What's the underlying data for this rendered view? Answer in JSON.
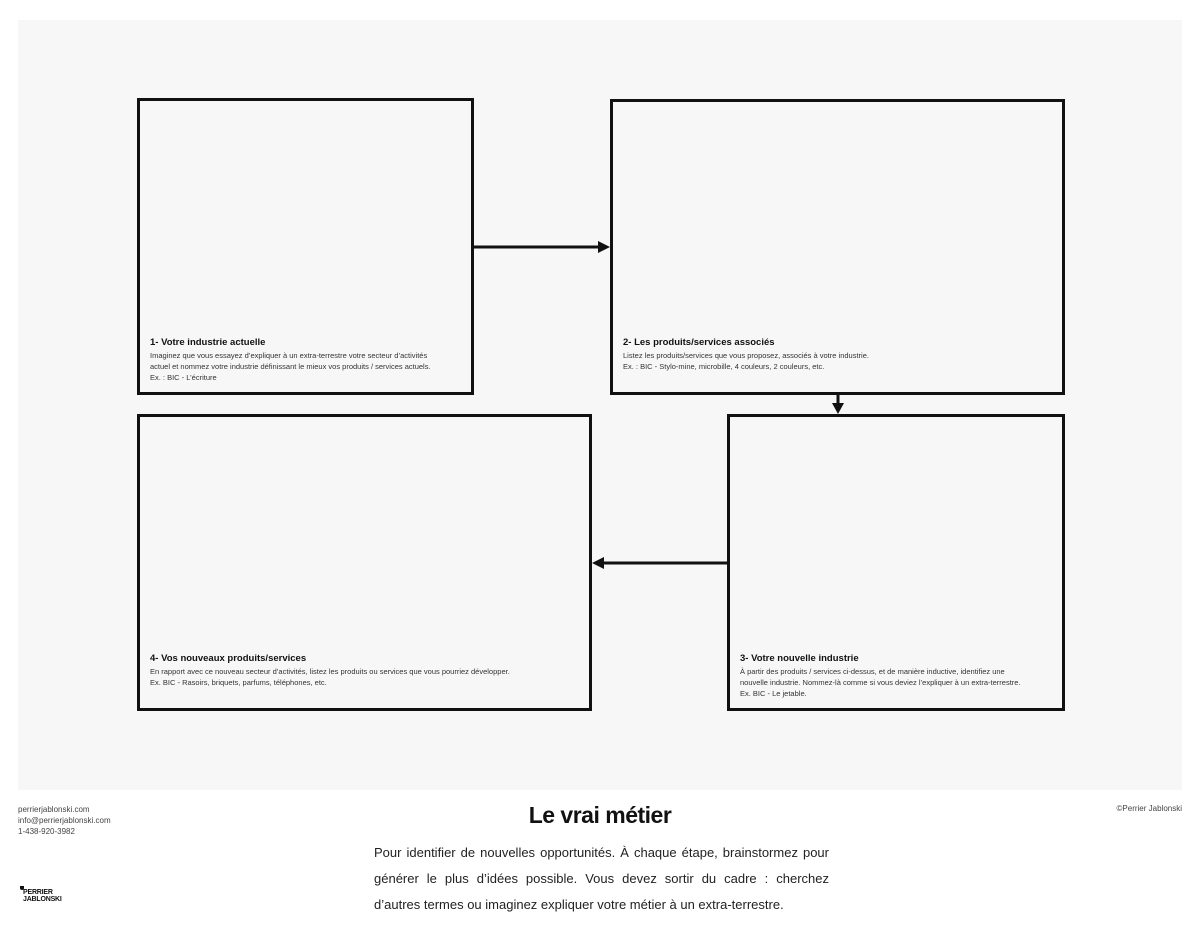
{
  "boxes": [
    {
      "title": "1- Votre industrie actuelle",
      "lines": [
        "Imaginez que vous essayez d’expliquer à un extra-terrestre votre secteur d’activités",
        "actuel et nommez votre industrie définissant le mieux vos produits / services actuels.",
        "Ex. : BIC - L’écriture"
      ]
    },
    {
      "title": "2- Les produits/services associés",
      "lines": [
        "Listez les produits/services que vous proposez, associés à votre industrie.",
        "Ex. : BIC - Stylo-mine, microbille, 4 couleurs, 2 couleurs, etc."
      ]
    },
    {
      "title": "3- Votre nouvelle industrie",
      "lines": [
        "À partir des produits / services ci-dessus, et de manière inductive, identifiez une",
        "nouvelle industrie. Nommez-là comme si vous deviez l’expliquer à un extra-terrestre.",
        "Ex. BIC - Le jetable."
      ]
    },
    {
      "title": "4- Vos nouveaux produits/services",
      "lines": [
        "En rapport avec ce nouveau secteur d’activités, listez les produits ou services que vous pourriez développer.",
        "Ex. BIC - Rasoirs, briquets, parfums, téléphones, etc."
      ]
    }
  ],
  "footer": {
    "contact": [
      "perrierjablonski.com",
      "info@perrierjablonski.com",
      "1-438-920-3982"
    ],
    "copyright": "©Perrier Jablonski",
    "logo": [
      "PERRIER",
      "JABLONSKI"
    ],
    "title": "Le vrai métier",
    "description": "Pour identifier de nouvelles opportunités. À chaque étape, brainstormez pour générer le plus d’idées possible. Vous devez sortir du cadre : cherchez d’autres termes ou imaginez expliquer votre métier à un extra-terrestre."
  }
}
